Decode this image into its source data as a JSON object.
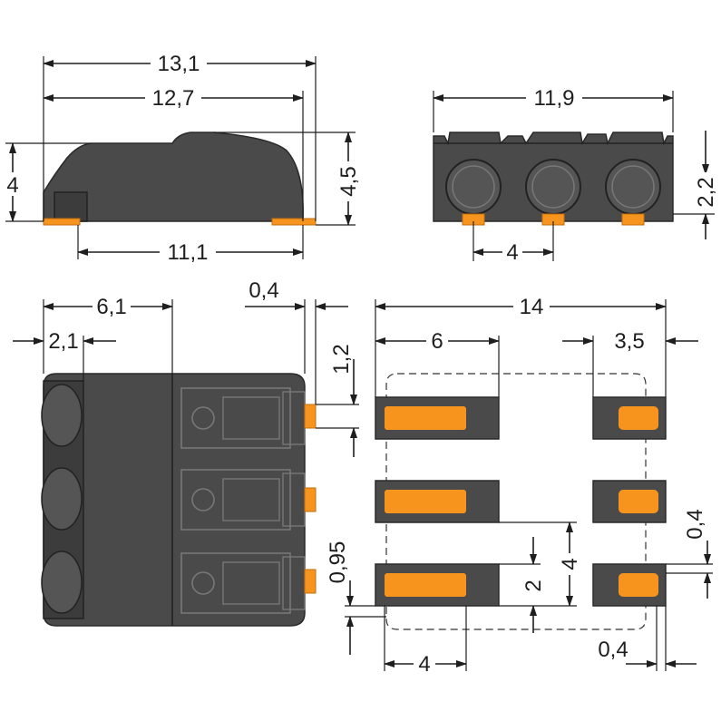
{
  "dimensions": {
    "side_overall_length": "13,1",
    "side_body_length": "12,7",
    "side_height_left": "4",
    "side_height_right": "4,5",
    "side_bottom_length": "11,1",
    "front_width": "11,9",
    "front_height": "2,2",
    "front_pitch": "4",
    "top_depth": "6,1",
    "top_rear_depth": "2,1",
    "top_pin_thickness": "0,4",
    "top_pin_offset": "1,2",
    "pcb_total_width": "14",
    "pcb_left_pad": "6",
    "pcb_right_pad": "3,5",
    "pcb_pad_gap": "0,4",
    "pcb_pitch": "4",
    "pcb_pad_height": "2",
    "pcb_edge_offset": "0,95",
    "pcb_right_offset": "0,4",
    "pcb_bottom_width": "4"
  },
  "colors": {
    "housing": "#4a4a4a",
    "pin": "#f7941d",
    "line": "#1e1e1e"
  }
}
